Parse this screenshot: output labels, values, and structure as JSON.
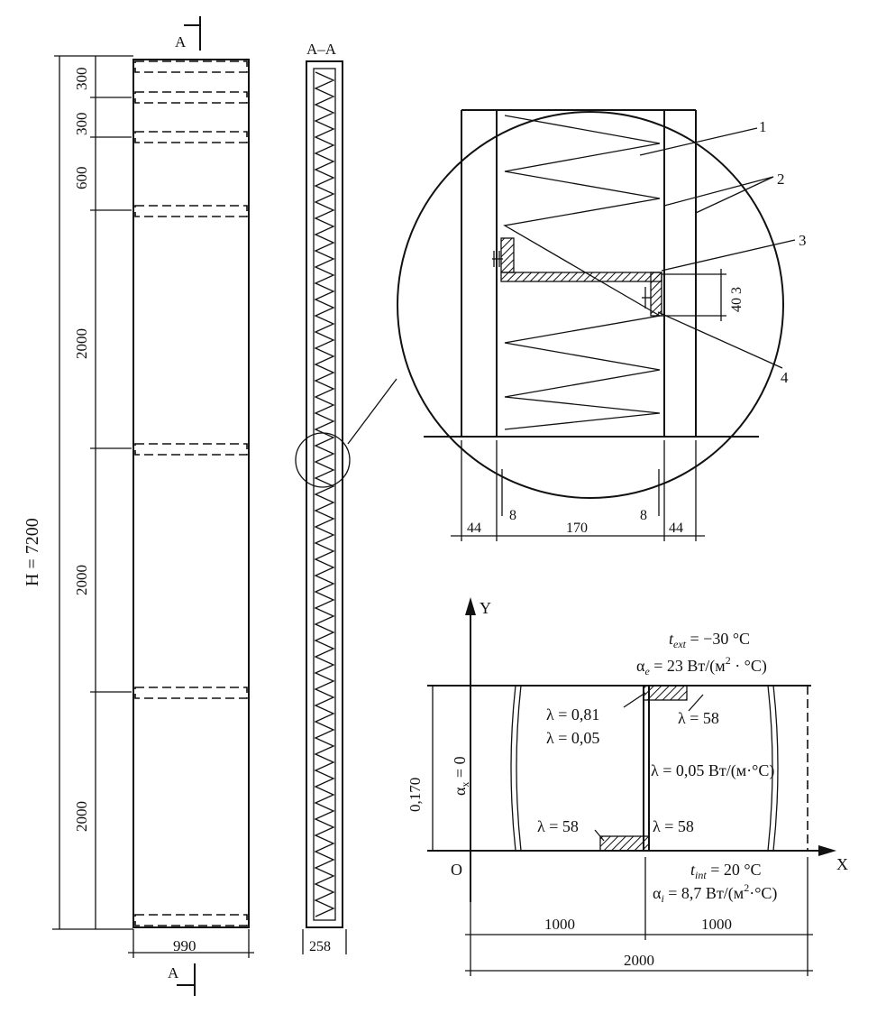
{
  "section_marks": {
    "top": "A",
    "bottom": "A",
    "section_title": "A–A"
  },
  "elevation": {
    "height_label": "H = 7200",
    "width_label": "990",
    "segments": [
      "300",
      "300",
      "600",
      "2000",
      "2000",
      "2000"
    ]
  },
  "section": {
    "width_label": "258"
  },
  "detail": {
    "callouts": [
      "1",
      "2",
      "3",
      "4"
    ],
    "dims_bottom": [
      "44",
      "8",
      "170",
      "8",
      "44"
    ],
    "dim_right": "40 3"
  },
  "model": {
    "y_axis": "Y",
    "x_axis": "X",
    "origin": "O",
    "t_ext": "t",
    "t_ext_sub": "ext",
    "t_ext_val": " = −30 °C",
    "alpha_e": "α",
    "alpha_e_sub": "e",
    "alpha_e_val": " = 23 Вт/(м",
    "alpha_e_tail": " · °C)",
    "lambda_081": "λ = 0,81",
    "lambda_005": "λ = 0,05",
    "lambda_58_top": "λ = 58",
    "lambda_005_units": "λ = 0,05 Вт/(м·°C)",
    "lambda_58_bl": "λ = 58",
    "lambda_58_br": "λ = 58",
    "t_int": "t",
    "t_int_sub": "int",
    "t_int_val": " = 20 °C",
    "alpha_i": "α",
    "alpha_i_sub": "i",
    "alpha_i_val": " = 8,7 Вт/(м",
    "alpha_i_tail": "·°C)",
    "sq": "2",
    "alpha_x": "α",
    "alpha_x_sub": "x",
    "alpha_x_val": " = 0",
    "height": "0,170",
    "dim_left": "1000",
    "dim_right": "1000",
    "dim_total": "2000"
  }
}
